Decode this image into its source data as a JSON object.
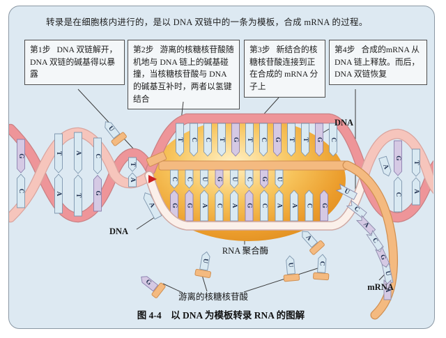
{
  "intro": "转录是在细胞核内进行的，是以 DNA 双链中的一条为模板，合成 mRNA 的过程。",
  "steps": [
    {
      "title": "第1步",
      "text": "DNA 双链解开，DNA 双链的碱基得以暴露"
    },
    {
      "title": "第2步",
      "text": "游离的核糖核苷酸随机地与 DNA 链上的碱基碰撞，当核糖核苷酸与 DNA 的碱基互补时，两者以氢键结合"
    },
    {
      "title": "第3步",
      "text": "新结合的核糖核苷酸连接到正在合成的 mRNA 分子上"
    },
    {
      "title": "第4步",
      "text": "合成的mRNA 从 DNA 链上释放。而后，DNA 双链恢复"
    }
  ],
  "labels": {
    "dna_top": "DNA",
    "dna_bottom": "DNA",
    "rna_polymerase": "RNA 聚合酶",
    "free_nucleotides": "游离的核糖核苷酸",
    "mrna": "mRNA"
  },
  "caption": "图 4-4　以 DNA 为模板转录 RNA 的图解",
  "diagram": {
    "left_helix_pairs": [
      [
        "G",
        "C"
      ],
      [
        "T",
        "A"
      ],
      [
        "A",
        "T"
      ],
      [
        "C",
        "G"
      ],
      [
        "T",
        "A"
      ]
    ],
    "right_helix_pairs": [
      [
        "G",
        "C"
      ],
      [
        "T",
        "A"
      ]
    ],
    "right_helix_single": "A",
    "bubble_top_strand": [
      "T",
      "C",
      "C",
      "T",
      "G",
      "T",
      "C",
      "G",
      "T",
      "T",
      "G",
      "C"
    ],
    "template_strand_tilted": "A",
    "template_strand": [
      "G",
      "G",
      "A",
      "C",
      "A",
      "G",
      "C",
      "A",
      "A",
      "C",
      "G"
    ],
    "mrna_strand": [
      "C",
      "C",
      "U",
      "G",
      "U",
      "C",
      "G",
      "U"
    ],
    "mrna_tail": [
      "U",
      "C",
      "A",
      "C",
      "G",
      "U",
      "A"
    ],
    "free_nucleotides": [
      "U",
      "G",
      "U",
      "U",
      "C",
      "A"
    ],
    "colors": {
      "background": "#dde9f2",
      "frame_border": "#8a97a3",
      "strand_pink": "#ee9599",
      "strand_light_pink": "#f6c5bc",
      "template_white": "#fbf0ea",
      "mrna_orange": "#f4ba80",
      "mrna_orange_edge": "#cf8f52",
      "polymerase_orange": "#f0a43a",
      "capsule_blue": "#d9e9f2",
      "capsule_purple": "#d5c9e4",
      "arrow_red": "#cc2222"
    }
  }
}
